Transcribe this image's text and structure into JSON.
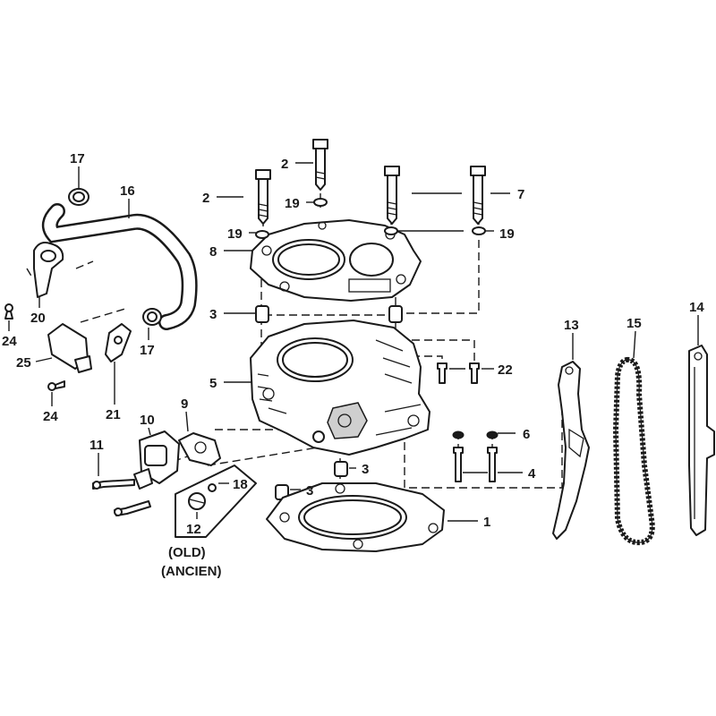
{
  "callouts": {
    "c1": "1",
    "c2a": "2",
    "c2b": "2",
    "c3a": "3",
    "c3b": "3",
    "c3c": "3",
    "c4": "4",
    "c5": "5",
    "c6": "6",
    "c7": "7",
    "c8": "8",
    "c9": "9",
    "c10": "10",
    "c11": "11",
    "c12": "12",
    "c13": "13",
    "c14": "14",
    "c15": "15",
    "c16": "16",
    "c17a": "17",
    "c17b": "17",
    "c18": "18",
    "c19a": "19",
    "c19b": "19",
    "c19c": "19",
    "c20": "20",
    "c21": "21",
    "c22": "22",
    "c24a": "24",
    "c24b": "24",
    "c25": "25"
  },
  "notes": {
    "old": "(OLD)",
    "ancien": "(ANCIEN)"
  }
}
